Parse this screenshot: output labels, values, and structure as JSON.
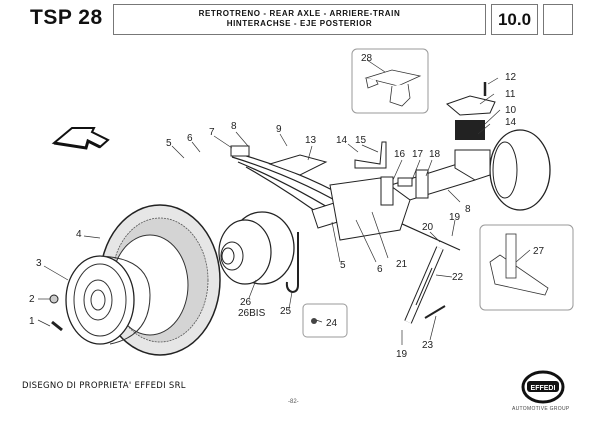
{
  "header": {
    "code": "TSP 28",
    "title_line1": "RETROTRENO - REAR AXLE - ARRIERE-TRAIN",
    "title_line2": "HINTERACHSE - EJE POSTERIOR",
    "section": "10.0"
  },
  "diagram": {
    "description": "Exploded view of rear axle assembly",
    "direction_arrow": "arrow-left-icon",
    "callouts": [
      "1",
      "2",
      "3",
      "4",
      "5",
      "6",
      "7",
      "8",
      "9",
      "10",
      "11",
      "12",
      "13",
      "14",
      "14",
      "15",
      "16",
      "17",
      "18",
      "19",
      "19",
      "20",
      "21",
      "22",
      "23",
      "24",
      "25",
      "26",
      "26BIS",
      "27",
      "28",
      "5",
      "6",
      "8"
    ],
    "insets": [
      "28",
      "24",
      "27"
    ]
  },
  "footer": {
    "owner": "DISEGNO DI PROPRIETA' EFFEDI SRL",
    "page": "-82-",
    "logo_text": "EFFEDI",
    "logo_sub": "AUTOMOTIVE GROUP"
  }
}
